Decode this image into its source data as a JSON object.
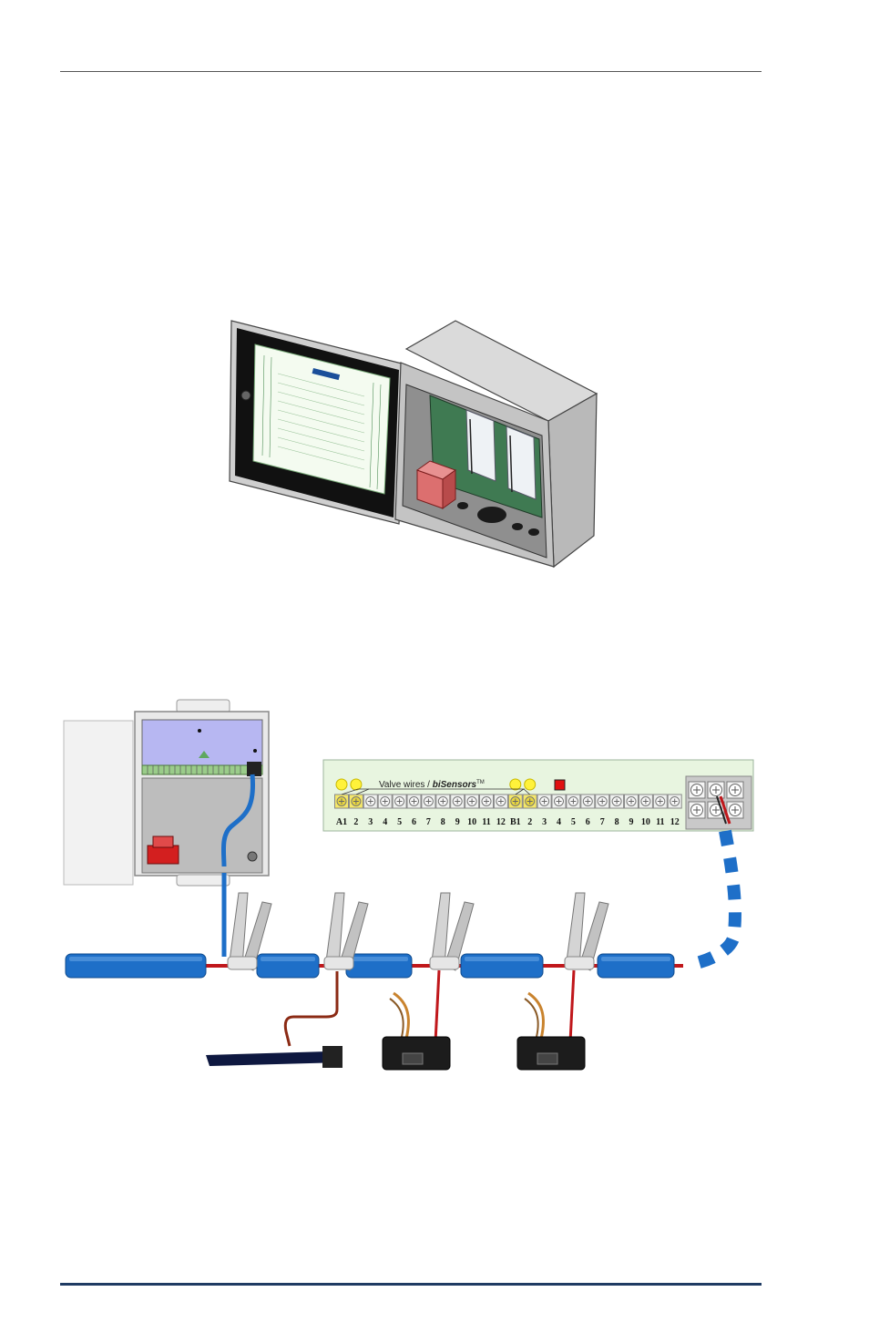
{
  "terminal_board": {
    "title_prefix": "Valve wires / ",
    "title_brand_lower": "bi",
    "title_brand": "Sensors",
    "title_tm": "TM",
    "terminals_a": [
      "A1",
      "2",
      "3",
      "4",
      "5",
      "6",
      "7",
      "8",
      "9",
      "10",
      "11",
      "12"
    ],
    "terminals_b": [
      "B1",
      "2",
      "3",
      "4",
      "5",
      "6",
      "7",
      "8",
      "9",
      "10",
      "11",
      "12"
    ]
  },
  "colors": {
    "cable_blue": "#1e6fc8",
    "wire_red": "#c0171b",
    "board_green": "#e8f5e0",
    "indicator_yellow": "#fff23a",
    "rule_dark_blue": "#1f3b63"
  }
}
